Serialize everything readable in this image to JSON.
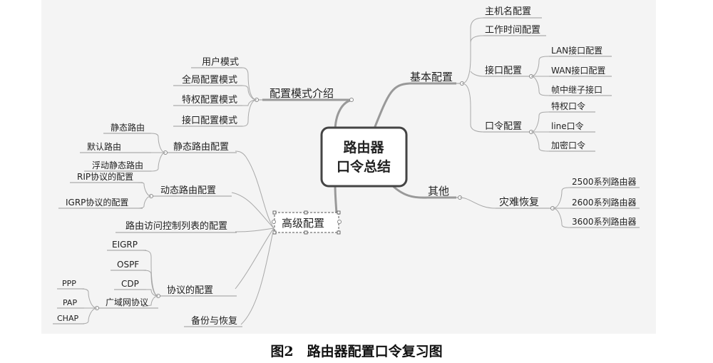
{
  "center": {
    "line1": "路由器",
    "line2": "口令总结"
  },
  "left": {
    "mode_intro": {
      "label": "配置模式介绍",
      "items": [
        "用户模式",
        "全局配置模式",
        "特权配置模式",
        "接口配置模式"
      ]
    },
    "advanced": {
      "label": "高级配置",
      "static_route": {
        "label": "静态路由配置",
        "items": [
          "静态路由",
          "默认路由",
          "浮动静态路由"
        ]
      },
      "dynamic_route": {
        "label": "动态路由配置",
        "items": [
          "RIP协议的配置",
          "IGRP协议的配置"
        ]
      },
      "acl": {
        "label": "路由访问控制列表的配置"
      },
      "protocol": {
        "label": "协议的配置",
        "items": [
          "EIGRP",
          "OSPF",
          "CDP"
        ],
        "wan": {
          "label": "广域网协议",
          "items": [
            "PPP",
            "PAP",
            "CHAP"
          ]
        }
      },
      "backup": {
        "label": "备份与恢复"
      }
    }
  },
  "right": {
    "basic": {
      "label": "基本配置",
      "items": [
        "主机名配置",
        "工作时间配置"
      ],
      "interface": {
        "label": "接口配置",
        "items": [
          "LAN接口配置",
          "WAN接口配置",
          "帧中继子接口"
        ]
      },
      "password": {
        "label": "口令配置",
        "items": [
          "特权口令",
          "line口令",
          "加密口令"
        ]
      }
    },
    "other": {
      "label": "其他",
      "disaster": {
        "label": "灾难恢复",
        "items": [
          "2500系列路由器",
          "2600系列路由器",
          "3600系列路由器"
        ]
      }
    }
  },
  "caption": "图2　路由器配置口令复习图"
}
